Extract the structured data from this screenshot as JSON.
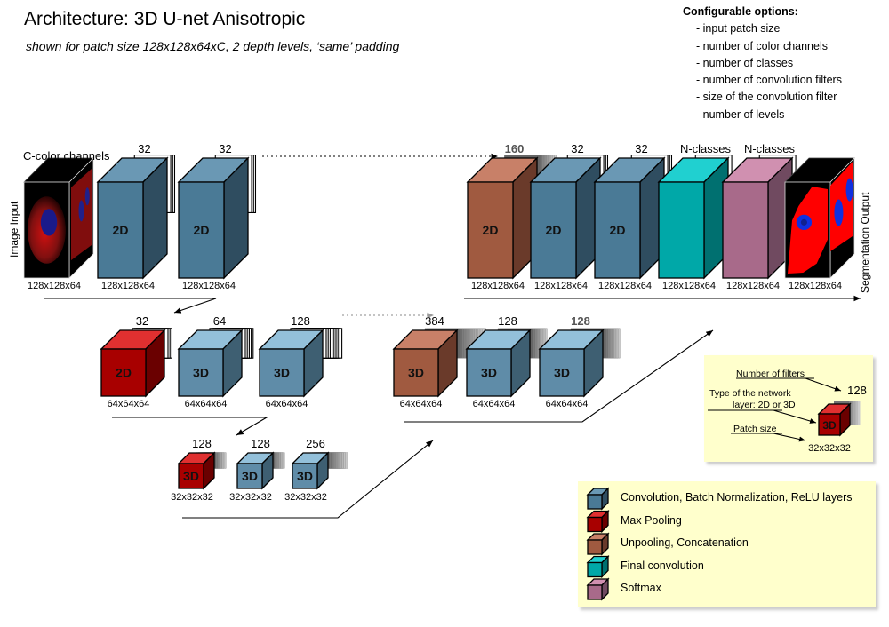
{
  "header": {
    "title": "Architecture: 3D U-net Anisotropic",
    "subtitle": "shown for patch size 128x128x64xC, 2 depth levels, ‘same’ padding"
  },
  "options": {
    "heading": "Configurable options:",
    "items": [
      "- input patch size",
      "- number of color channels",
      "- number of classes",
      "- number of convolution filters",
      "- size of the convolution filter",
      "- number of levels"
    ]
  },
  "colors": {
    "conv": "#4a7a96",
    "conv_light": "#5f8ca8",
    "pool": "#b00000",
    "unpool": "#a05a40",
    "final": "#00a8a8",
    "softmax": "#a86a8a"
  },
  "side_labels": {
    "input": "Image Input",
    "output": "Segmentation Output",
    "channels": "C-color channels"
  },
  "level1_encoder": [
    {
      "kind": "input",
      "type": "",
      "filters": "",
      "size": "128x128x64"
    },
    {
      "kind": "conv",
      "type": "2D",
      "filters": "32",
      "size": "128x128x64"
    },
    {
      "kind": "conv",
      "type": "2D",
      "filters": "32",
      "size": "128x128x64"
    }
  ],
  "level1_decoder": [
    {
      "kind": "unpool",
      "type": "2D",
      "filters": "160",
      "size": "128x128x64"
    },
    {
      "kind": "conv",
      "type": "2D",
      "filters": "32",
      "size": "128x128x64"
    },
    {
      "kind": "conv",
      "type": "2D",
      "filters": "32",
      "size": "128x128x64"
    },
    {
      "kind": "final",
      "type": "",
      "filters": "N-classes",
      "size": "128x128x64"
    },
    {
      "kind": "softmax",
      "type": "",
      "filters": "N-classes",
      "size": "128x128x64"
    },
    {
      "kind": "output",
      "type": "",
      "filters": "",
      "size": "128x128x64"
    }
  ],
  "level2_encoder": [
    {
      "kind": "pool",
      "type": "2D",
      "filters": "32",
      "size": "64x64x64"
    },
    {
      "kind": "conv",
      "type": "3D",
      "filters": "64",
      "size": "64x64x64"
    },
    {
      "kind": "conv",
      "type": "3D",
      "filters": "128",
      "size": "64x64x64"
    }
  ],
  "level2_decoder": [
    {
      "kind": "unpool",
      "type": "3D",
      "filters": "384",
      "size": "64x64x64"
    },
    {
      "kind": "conv",
      "type": "3D",
      "filters": "128",
      "size": "64x64x64"
    },
    {
      "kind": "conv",
      "type": "3D",
      "filters": "128",
      "size": "64x64x64"
    }
  ],
  "level3": [
    {
      "kind": "pool",
      "type": "3D",
      "filters": "128",
      "size": "32x32x32"
    },
    {
      "kind": "conv",
      "type": "3D",
      "filters": "128",
      "size": "32x32x32"
    },
    {
      "kind": "conv",
      "type": "3D",
      "filters": "256",
      "size": "32x32x32"
    }
  ],
  "key": {
    "num_filters": "Number of filters",
    "layer_type_line1": "Type of the network",
    "layer_type_line2": "layer: 2D or 3D",
    "patch_size": "Patch size",
    "example_filters": "128",
    "example_type": "3D",
    "example_size": "32x32x32"
  },
  "legend": [
    {
      "kind": "conv",
      "label": "Convolution, Batch Normalization, ReLU layers"
    },
    {
      "kind": "pool",
      "label": "Max Pooling"
    },
    {
      "kind": "unpool",
      "label": "Unpooling, Concatenation"
    },
    {
      "kind": "final",
      "label": "Final convolution"
    },
    {
      "kind": "softmax",
      "label": "Softmax"
    }
  ]
}
